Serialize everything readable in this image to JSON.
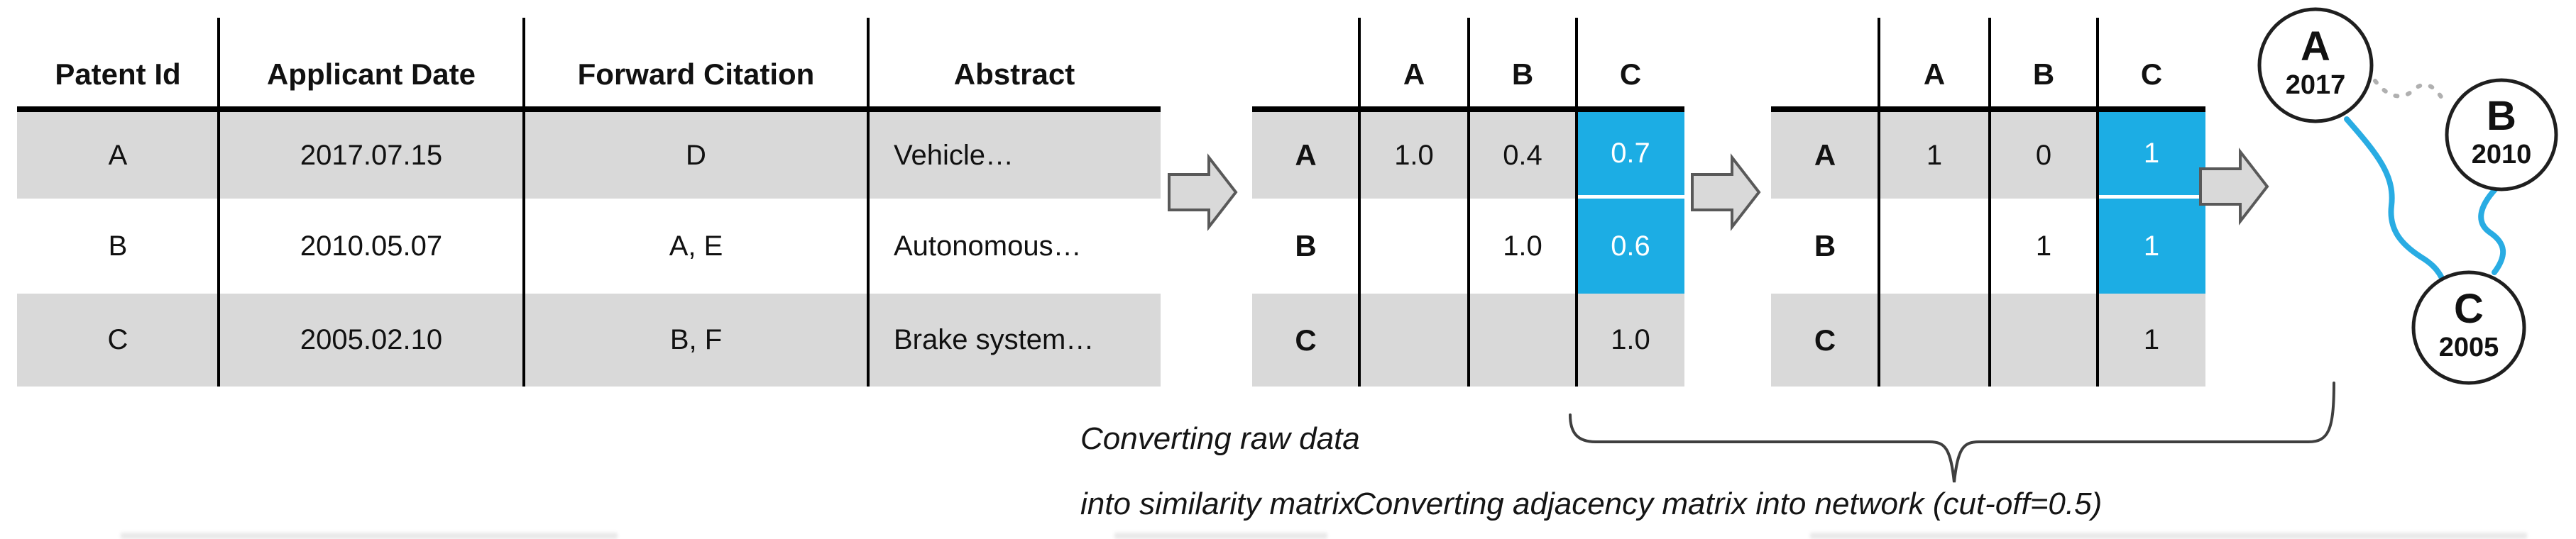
{
  "colors": {
    "accent_blue": "#1cade4",
    "edge_blue": "#29ace3",
    "row_gray": "#d9d9d9",
    "arrow_fill": "#d9d9d9",
    "arrow_stroke": "#595959",
    "dotted_edge": "#b0b0b0",
    "line_black": "#000000"
  },
  "raw_table": {
    "headers": [
      "Patent Id",
      "Applicant Date",
      "Forward Citation",
      "Abstract"
    ],
    "rows": [
      {
        "patent_id": "A",
        "applicant_date": "2017.07.15",
        "forward_citation": "D",
        "abstract": "Vehicle…"
      },
      {
        "patent_id": "B",
        "applicant_date": "2010.05.07",
        "forward_citation": "A, E",
        "abstract": "Autonomous…"
      },
      {
        "patent_id": "C",
        "applicant_date": "2005.02.10",
        "forward_citation": "B, F",
        "abstract": "Brake system…"
      }
    ]
  },
  "similarity_matrix": {
    "col_headers": [
      "A",
      "B",
      "C"
    ],
    "rows": [
      {
        "label": "A",
        "a": "1.0",
        "b": "0.4",
        "c": "0.7"
      },
      {
        "label": "B",
        "a": "",
        "b": "1.0",
        "c": "0.6"
      },
      {
        "label": "C",
        "a": "",
        "b": "",
        "c": "1.0"
      }
    ]
  },
  "adjacency_matrix": {
    "col_headers": [
      "A",
      "B",
      "C"
    ],
    "rows": [
      {
        "label": "A",
        "a": "1",
        "b": "0",
        "c": "1"
      },
      {
        "label": "B",
        "a": "",
        "b": "1",
        "c": "1"
      },
      {
        "label": "C",
        "a": "",
        "b": "",
        "c": "1"
      }
    ]
  },
  "network": {
    "nodes": [
      {
        "id": "A",
        "year": "2017"
      },
      {
        "id": "B",
        "year": "2010"
      },
      {
        "id": "C",
        "year": "2005"
      }
    ],
    "edges": [
      {
        "from": "A",
        "to": "C",
        "style": "solid"
      },
      {
        "from": "B",
        "to": "C",
        "style": "solid"
      },
      {
        "from": "A",
        "to": "B",
        "style": "dotted"
      }
    ]
  },
  "captions": {
    "similarity_line1": "Converting raw data",
    "similarity_line2": "into similarity matrix",
    "network": "Converting adjacency matrix into network (cut-off=0.5)"
  }
}
